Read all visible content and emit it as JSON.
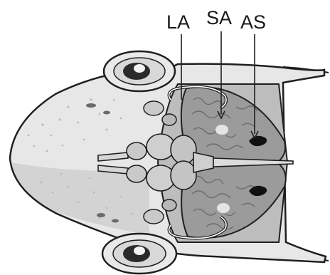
{
  "labels": {
    "la": "LA",
    "sa": "SA",
    "as": "AS"
  },
  "colors": {
    "head_fill": "#e7e7e7",
    "head_shade": "#d2d2d2",
    "cavity_fill": "#9c9c9c",
    "organ_fill": "#cbcbcb",
    "outline": "#1f1f1f",
    "dark_spot": "#111111"
  }
}
